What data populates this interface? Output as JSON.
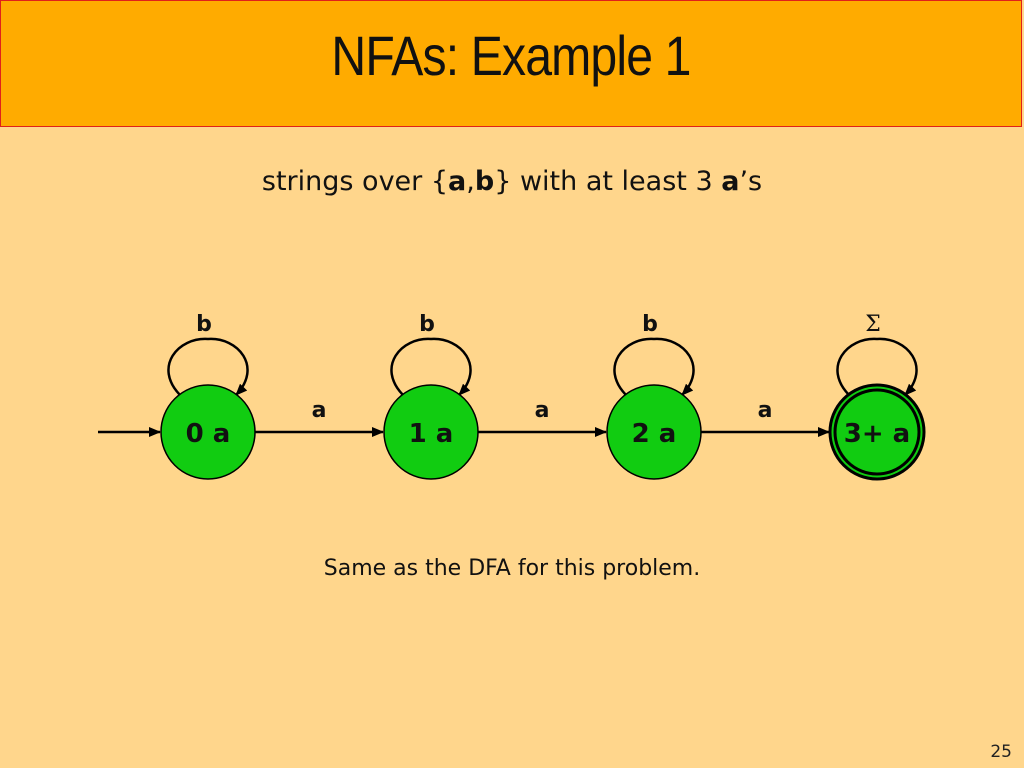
{
  "slide": {
    "title": "NFAs: Example 1",
    "subtitle": {
      "prefix": "strings over {",
      "sym_a": "a",
      "comma": ",",
      "sym_b": "b",
      "middle": "} with at least 3 ",
      "sym_a2": "a",
      "suffix": "’s"
    },
    "caption": "Same as the DFA for this problem.",
    "page_number": "25"
  },
  "automaton": {
    "states": [
      {
        "label": "0 a",
        "start": true,
        "accepting": false,
        "loop_label": "b"
      },
      {
        "label": "1 a",
        "start": false,
        "accepting": false,
        "loop_label": "b"
      },
      {
        "label": "2 a",
        "start": false,
        "accepting": false,
        "loop_label": "b"
      },
      {
        "label": "3+ a",
        "start": false,
        "accepting": true,
        "loop_label": "Σ"
      }
    ],
    "transitions": [
      {
        "from": "0 a",
        "to": "1 a",
        "label": "a"
      },
      {
        "from": "1 a",
        "to": "2 a",
        "label": "a"
      },
      {
        "from": "2 a",
        "to": "3+ a",
        "label": "a"
      }
    ],
    "state_fill": "#11cc11",
    "stroke_color": "#000000"
  }
}
